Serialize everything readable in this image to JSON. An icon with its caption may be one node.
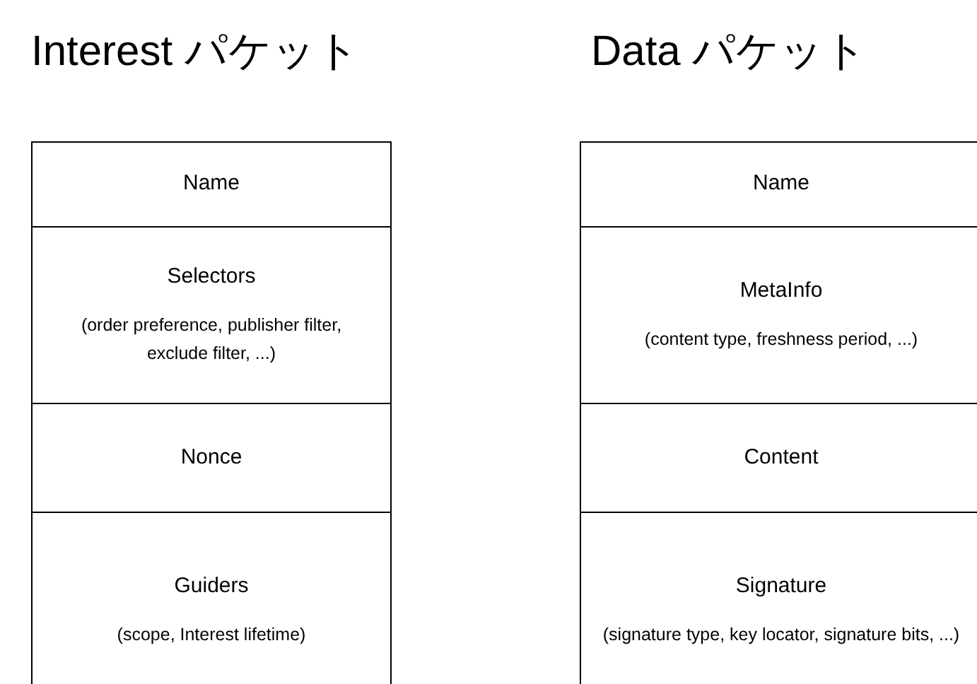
{
  "diagram": {
    "nodes": [
      {
        "text": [
          "Interest パケット"
        ]
      },
      {
        "text": [
          "Name"
        ],
        "in": 0
      },
      {
        "text": [
          "Selectors",
          "(order preference, publisher filter, exclude filter, ...)"
        ],
        "in": 0
      },
      {
        "text": [
          "Nonce"
        ],
        "in": 0
      },
      {
        "text": [
          "Guiders",
          "(scope, Interest lifetime)"
        ],
        "in": 0
      },
      {
        "text": [
          "Data パケット"
        ]
      },
      {
        "text": [
          "Name"
        ],
        "in": 5
      },
      {
        "text": [
          "MetaInfo",
          "(content type, freshness period, ...)"
        ],
        "in": 5
      },
      {
        "text": [
          "Content"
        ],
        "in": 5
      },
      {
        "text": [
          "Signature",
          "(signature type, key locator, signature bits, ...)"
        ],
        "in": 5
      }
    ]
  }
}
